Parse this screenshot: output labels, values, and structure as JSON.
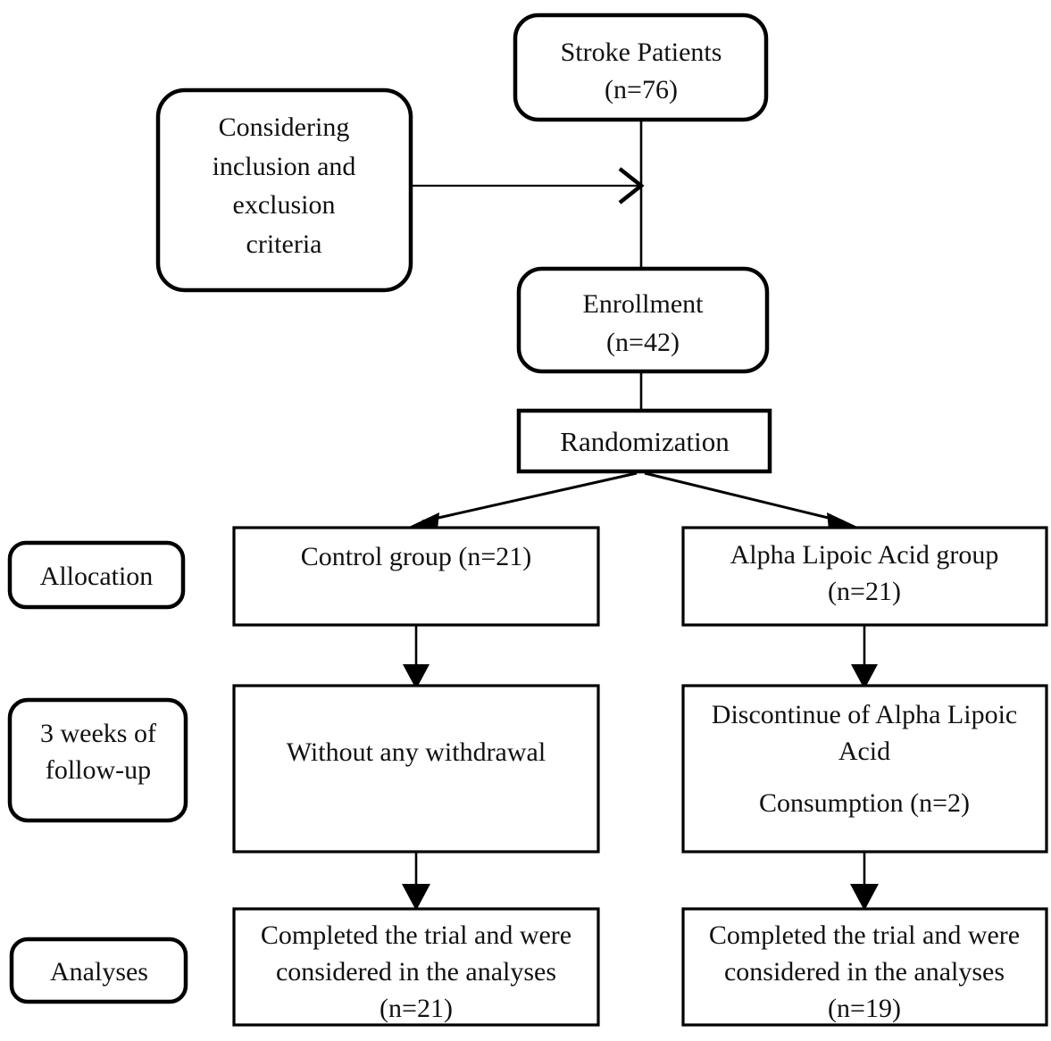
{
  "diagram": {
    "title": "CONSORT participant flow diagram",
    "type": "flowchart",
    "stroke_color": "#000000",
    "fill_color": "#ffffff",
    "text_color": "#111111"
  },
  "nodes": {
    "stroke_patients": {
      "shape": "rounded-rect",
      "line1": "Stroke Patients",
      "line2": "(n=76)"
    },
    "criteria": {
      "shape": "rounded-rect",
      "line1": "Considering",
      "line2": "inclusion and",
      "line3": "exclusion",
      "line4": "criteria"
    },
    "enrollment": {
      "shape": "rounded-rect",
      "line1": "Enrollment",
      "line2": "(n=42)"
    },
    "randomization": {
      "shape": "rect",
      "line1": "Randomization"
    },
    "control_group": {
      "shape": "rect",
      "line1": "Control group (n=21)"
    },
    "ala_group": {
      "shape": "rect",
      "line1": "Alpha Lipoic Acid group",
      "line2": "(n=21)"
    },
    "control_followup": {
      "shape": "rect",
      "line1": "Without any withdrawal"
    },
    "ala_followup": {
      "shape": "rect",
      "line1": "Discontinue of Alpha Lipoic",
      "line2": "Acid",
      "line3": "Consumption (n=2)"
    },
    "control_analyses": {
      "shape": "rect",
      "line1": "Completed the trial and were",
      "line2": "considered in the analyses",
      "line3": "(n=21)"
    },
    "ala_analyses": {
      "shape": "rect",
      "line1": "Completed the trial and were",
      "line2": "considered in the analyses",
      "line3": "(n=19)"
    }
  },
  "stage_labels": {
    "allocation": {
      "shape": "rounded-rect",
      "line1": "Allocation"
    },
    "followup": {
      "shape": "rounded-rect",
      "line1": "3 weeks of",
      "line2": "follow-up"
    },
    "analyses": {
      "shape": "rounded-rect",
      "line1": "Analyses"
    }
  },
  "chart_data": {
    "type": "diagram",
    "title": "CONSORT participant flow diagram",
    "stages": [
      "Enrollment",
      "Allocation",
      "3 weeks of follow-up",
      "Analyses"
    ],
    "counts": {
      "assessed_stroke_patients": 76,
      "enrolled": 42,
      "control_group_allocated": 21,
      "ala_group_allocated": 21,
      "control_withdrawals": 0,
      "ala_discontinued_consumption": 2,
      "control_analysed": 21,
      "ala_analysed": 19
    },
    "edges": [
      {
        "from": "stroke_patients",
        "to": "enrollment",
        "style": "plain-line"
      },
      {
        "from": "criteria",
        "to": "stroke_patients_to_enrollment_line",
        "style": "open-arrow"
      },
      {
        "from": "enrollment",
        "to": "randomization",
        "style": "plain-line"
      },
      {
        "from": "randomization",
        "to": "control_group",
        "style": "solid-arrow"
      },
      {
        "from": "randomization",
        "to": "ala_group",
        "style": "solid-arrow"
      },
      {
        "from": "control_group",
        "to": "control_followup",
        "style": "solid-arrow"
      },
      {
        "from": "ala_group",
        "to": "ala_followup",
        "style": "solid-arrow"
      },
      {
        "from": "control_followup",
        "to": "control_analyses",
        "style": "solid-arrow"
      },
      {
        "from": "ala_followup",
        "to": "ala_analyses",
        "style": "solid-arrow"
      }
    ]
  }
}
